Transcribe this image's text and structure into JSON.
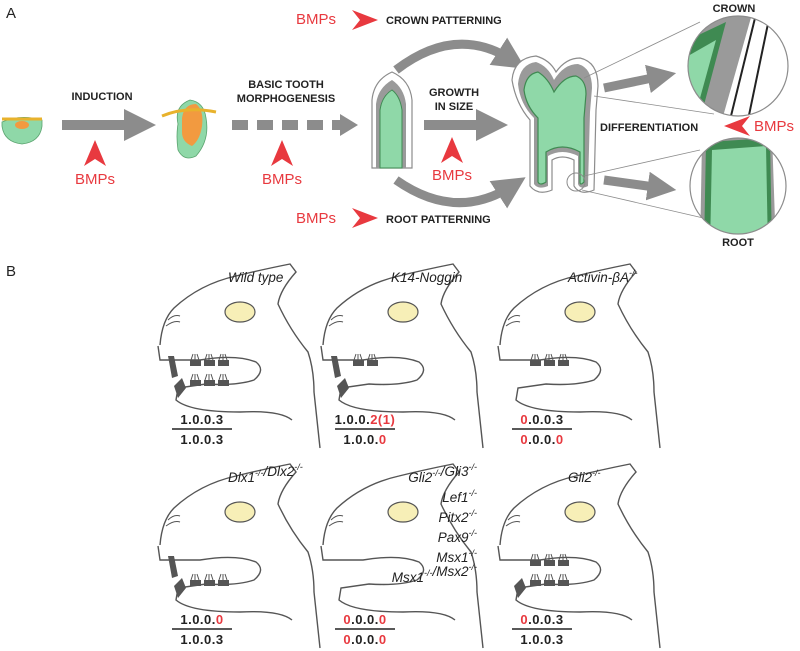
{
  "colors": {
    "accent_red": "#e8393f",
    "arrow_gray": "#8c8c8c",
    "tissue_green": "#8fd8a8",
    "tissue_green_dark": "#3f8a52",
    "enamel_gray": "#9a9a9a",
    "epithelium_yellow": "#e8b22c",
    "mesenchyme_orange": "#f29a40",
    "eye_yellow": "#f7efb7"
  },
  "panel_a": {
    "label": "A",
    "steps": {
      "induction": "INDUCTION",
      "morph_line1": "BASIC TOOTH",
      "morph_line2": "MORPHOGENESIS",
      "growth_line1": "GROWTH",
      "growth_line2": "IN SIZE",
      "differentiation": "DIFFERENTIATION",
      "crown_patterning": "CROWN PATTERNING",
      "root_patterning": "ROOT PATTERNING",
      "crown": "CROWN",
      "root": "ROOT"
    },
    "bmp_label": "BMPs"
  },
  "panel_b": {
    "label": "B",
    "genotypes": [
      {
        "name": "Wild type",
        "formula_top": [
          {
            "t": "1.0.0.3",
            "r": false
          }
        ],
        "formula_bottom": [
          {
            "t": "1.0.0.3",
            "r": false
          }
        ]
      },
      {
        "name": "K14-Noggin",
        "formula_top": [
          {
            "t": "1.0.0.",
            "r": false
          },
          {
            "t": "2(1)",
            "r": true
          }
        ],
        "formula_bottom": [
          {
            "t": "1.0.0.",
            "r": false
          },
          {
            "t": "0",
            "r": true
          }
        ]
      },
      {
        "name": "Activin-βA",
        "sup": "-/-",
        "formula_top": [
          {
            "t": "0",
            "r": true
          },
          {
            "t": ".0.0.3",
            "r": false
          }
        ],
        "formula_bottom": [
          {
            "t": "0",
            "r": true
          },
          {
            "t": ".0.0.",
            "r": false
          },
          {
            "t": "0",
            "r": true
          }
        ]
      },
      {
        "name_parts": [
          {
            "t": "Dlx1",
            "sup": "-/-"
          },
          {
            "t": "/Dlx2",
            "sup": "-/-"
          }
        ],
        "formula_top": [
          {
            "t": "1.0.0.",
            "r": false
          },
          {
            "t": "0",
            "r": true
          }
        ],
        "formula_bottom": [
          {
            "t": "1.0.0.3",
            "r": false
          }
        ]
      },
      {
        "name_list": [
          [
            {
              "t": "Gli2",
              "sup": "-/-"
            },
            {
              "t": "/Gli3",
              "sup": "-/-"
            }
          ],
          [
            {
              "t": "Lef1",
              "sup": "-/-"
            }
          ],
          [
            {
              "t": "Pitx2",
              "sup": "-/-"
            }
          ],
          [
            {
              "t": "Pax9",
              "sup": "-/-"
            }
          ],
          [
            {
              "t": "Msx1",
              "sup": "-/-"
            }
          ],
          [
            {
              "t": "Msx1",
              "sup": "-/-"
            },
            {
              "t": "/Msx2",
              "sup": "-/-"
            }
          ]
        ],
        "formula_top": [
          {
            "t": "0",
            "r": true
          },
          {
            "t": ".0.0.",
            "r": false
          },
          {
            "t": "0",
            "r": true
          }
        ],
        "formula_bottom": [
          {
            "t": "0",
            "r": true
          },
          {
            "t": ".0.0.",
            "r": false
          },
          {
            "t": "0",
            "r": true
          }
        ]
      },
      {
        "name_parts": [
          {
            "t": "Gli2",
            "sup": "-/-"
          }
        ],
        "formula_top": [
          {
            "t": "0",
            "r": true
          },
          {
            "t": ".0.0.3",
            "r": false
          }
        ],
        "formula_bottom": [
          {
            "t": "1.0.0.3",
            "r": false
          }
        ]
      }
    ]
  }
}
